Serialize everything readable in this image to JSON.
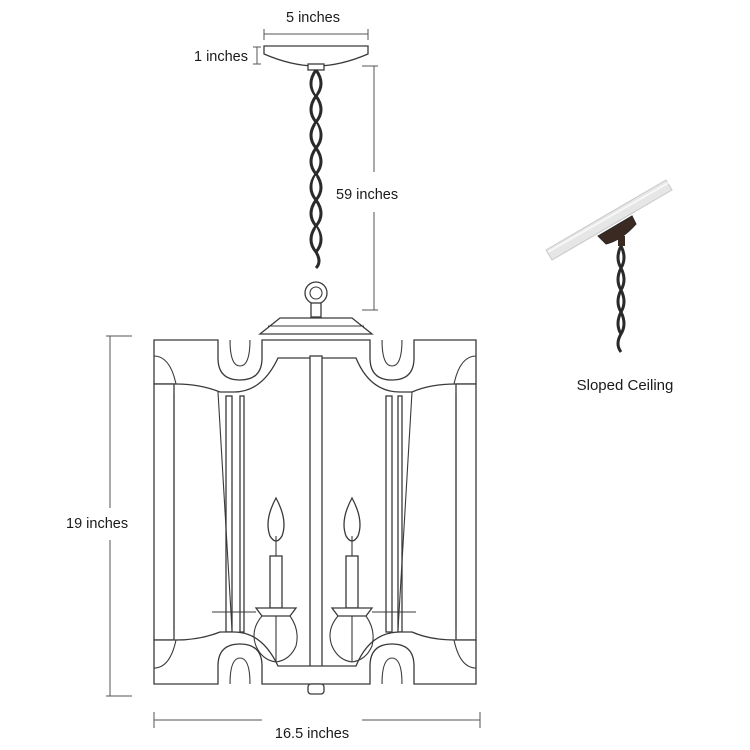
{
  "dimensions": {
    "canopy_width": "5 inches",
    "canopy_height": "1 inches",
    "chain_length": "59 inches",
    "body_height": "19 inches",
    "body_width": "16.5 inches"
  },
  "sloped_ceiling": {
    "caption": "Sloped Ceiling"
  },
  "colors": {
    "line": "#3a3a3a",
    "chain": "#2a2a2a",
    "text": "#1a1a1a",
    "ceiling_shade": "#d9d9d9"
  }
}
